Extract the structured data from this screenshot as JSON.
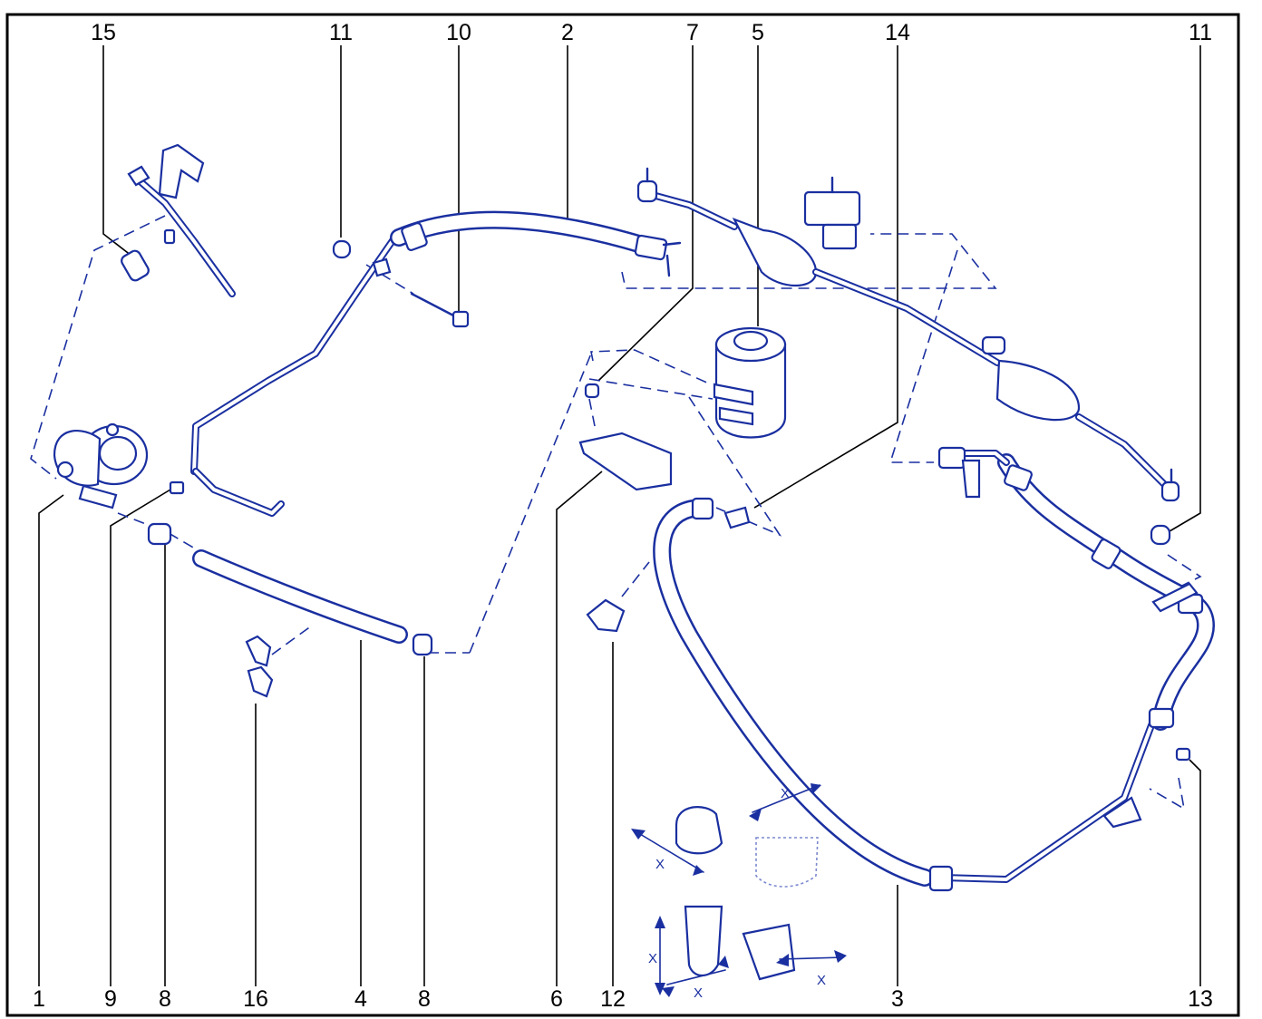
{
  "diagram": {
    "callouts": [
      {
        "id": "c15-top",
        "text": "15"
      },
      {
        "id": "c11-top-left",
        "text": "11"
      },
      {
        "id": "c10-top",
        "text": "10"
      },
      {
        "id": "c2-top",
        "text": "2"
      },
      {
        "id": "c7-top",
        "text": "7"
      },
      {
        "id": "c5-top",
        "text": "5"
      },
      {
        "id": "c14-top",
        "text": "14"
      },
      {
        "id": "c11-top-right",
        "text": "11"
      },
      {
        "id": "c1-bottom",
        "text": "1"
      },
      {
        "id": "c9-bottom",
        "text": "9"
      },
      {
        "id": "c8-bottom-left",
        "text": "8"
      },
      {
        "id": "c16-bottom",
        "text": "16"
      },
      {
        "id": "c4-bottom",
        "text": "4"
      },
      {
        "id": "c8-bottom-right",
        "text": "8"
      },
      {
        "id": "c6-bottom",
        "text": "6"
      },
      {
        "id": "c12-bottom",
        "text": "12"
      },
      {
        "id": "c3-bottom",
        "text": "3"
      },
      {
        "id": "c13-bottom",
        "text": "13"
      }
    ],
    "dimension_marks": [
      "X",
      "X",
      "X",
      "X",
      "X"
    ],
    "colors": {
      "line": "#1a2fa0",
      "callout": "#000000",
      "background": "#ffffff"
    }
  }
}
